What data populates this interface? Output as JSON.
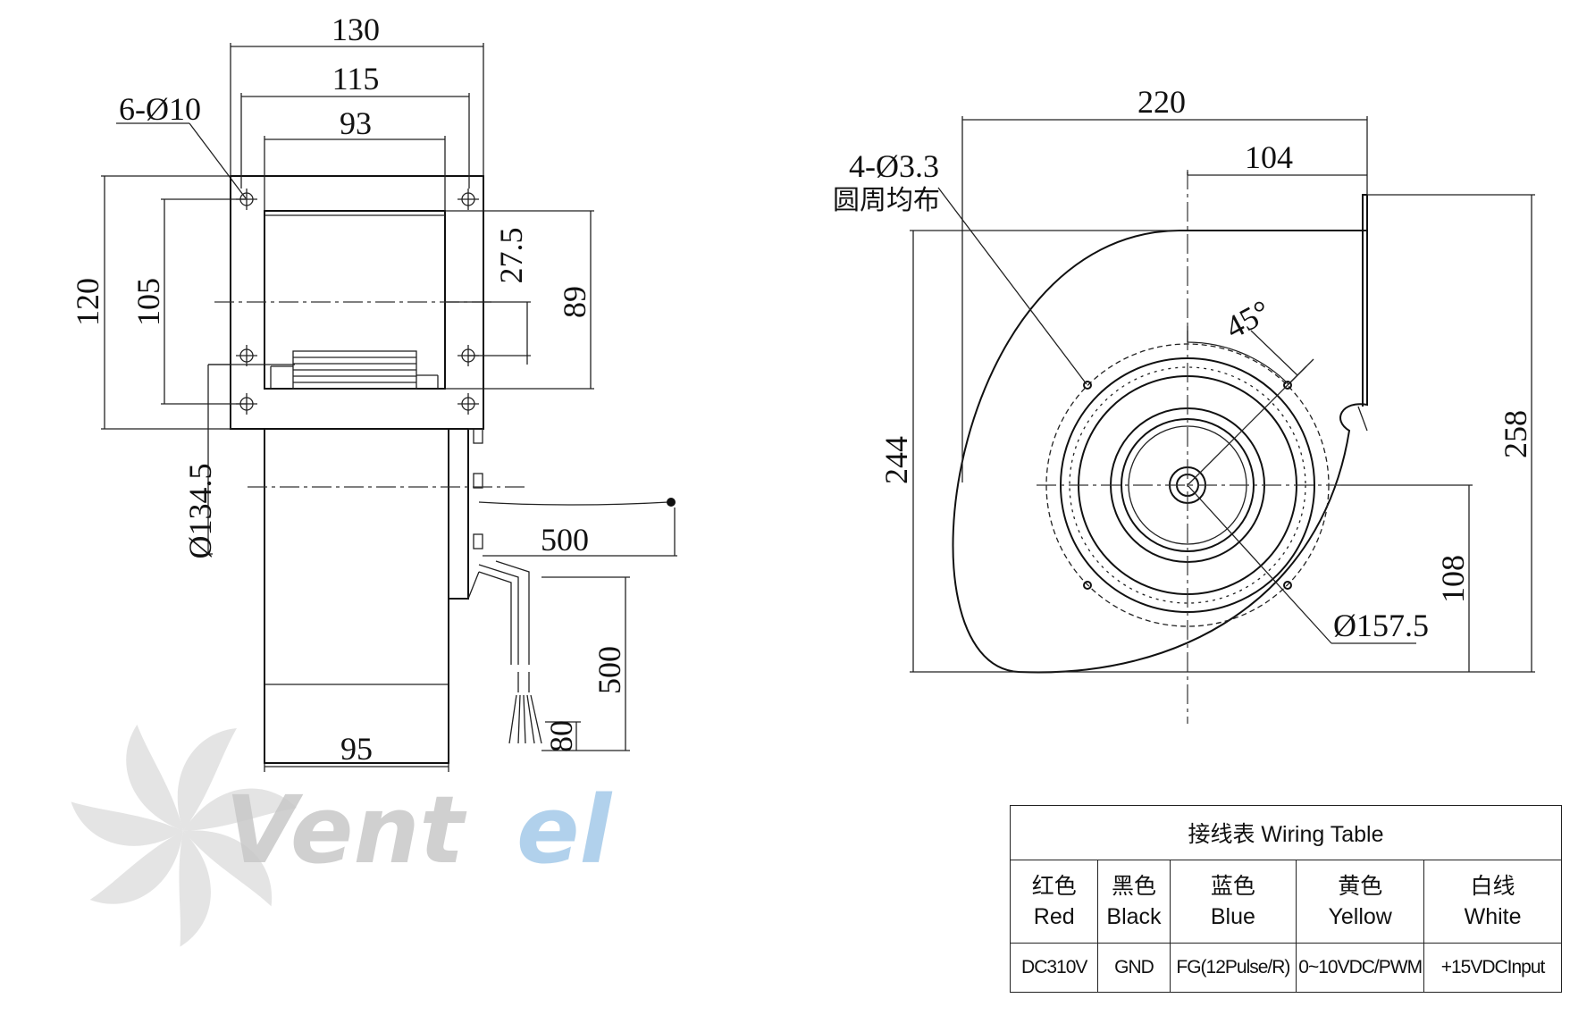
{
  "side_view": {
    "dims": {
      "d130": "130",
      "d115": "115",
      "d93": "93",
      "holes": "6-Ø10",
      "d120": "120",
      "d105": "105",
      "d27_5": "27.5",
      "d89": "89",
      "dia134_5": "Ø134.5",
      "cable1": "500",
      "cable2": "500",
      "d80": "80",
      "d95": "95"
    }
  },
  "front_view": {
    "dims": {
      "d220": "220",
      "d104": "104",
      "holes_line1": "4-Ø3.3",
      "holes_line2": "圆周均布",
      "angle": "45°",
      "d244": "244",
      "d258": "258",
      "d108": "108",
      "dia157_5": "Ø157.5"
    }
  },
  "watermark": {
    "part1": "Vent",
    "part2": "el",
    "color_main": "#c8c8c8",
    "color_accent": "#a9cdea"
  },
  "wiring_table": {
    "title": "接线表 Wiring Table",
    "columns": [
      {
        "cn": "红色",
        "en": "Red",
        "value": "DC310V"
      },
      {
        "cn": "黑色",
        "en": "Black",
        "value": "GND"
      },
      {
        "cn": "蓝色",
        "en": "Blue",
        "value": "FG(12Pulse/R)"
      },
      {
        "cn": "黄色",
        "en": "Yellow",
        "value": "0~10VDC/PWM"
      },
      {
        "cn": "白线",
        "en": "White",
        "value": "+15VDCInput"
      }
    ]
  }
}
